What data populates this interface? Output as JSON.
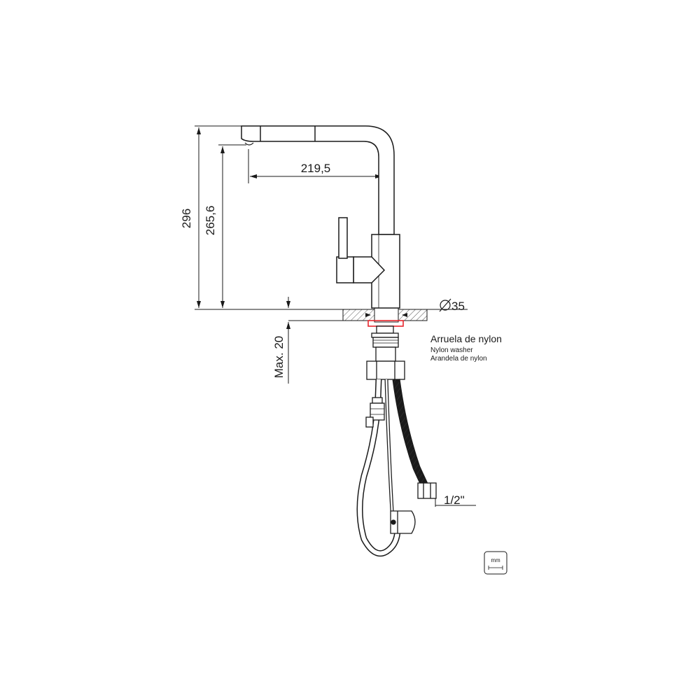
{
  "drawing": {
    "dimensions": {
      "total_height": "296",
      "spout_height": "265,6",
      "spout_reach": "219,5",
      "hole_diameter": "35",
      "max_counter_thickness": "Max. 20",
      "connection_size": "1/2\""
    },
    "annotations": {
      "washer_pt": "Arruela de nylon",
      "washer_en": "Nylon washer",
      "washer_es": "Arandela de nylon"
    },
    "unit_badge": "mm",
    "colors": {
      "line": "#1a1a1a",
      "washer_highlight": "#e8262d"
    }
  }
}
